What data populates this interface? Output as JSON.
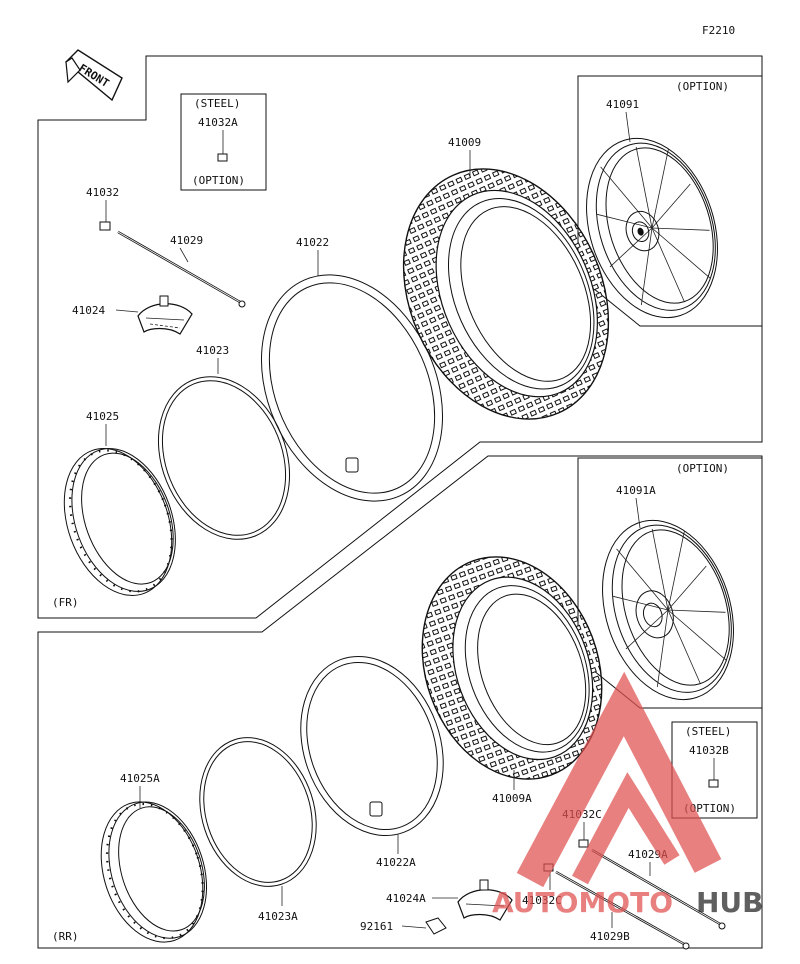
{
  "figure_code": "F2210",
  "front_label": "FRONT",
  "sections": {
    "front": "(FR)",
    "rear": "(RR)"
  },
  "notes": {
    "steel": "(STEEL)",
    "option": "(OPTION)"
  },
  "parts": {
    "p41032": "41032",
    "p41029": "41029",
    "p41024": "41024",
    "p41023": "41023",
    "p41025": "41025",
    "p41022": "41022",
    "p41009": "41009",
    "p41091": "41091",
    "p41032A": "41032A",
    "p41091A": "41091A",
    "p41009A": "41009A",
    "p41022A": "41022A",
    "p41023A": "41023A",
    "p41025A": "41025A",
    "p41024A": "41024A",
    "p92161": "92161",
    "p41032B": "41032B",
    "p41032C_top": "41032C",
    "p41032C_bottom": "41032C",
    "p41029A": "41029A",
    "p41029B": "41029B"
  },
  "watermark": {
    "part1": "AUTOMOTO",
    "part2": "HUB",
    "color1": "#e05050",
    "color2": "#222222"
  },
  "colors": {
    "line": "#111111",
    "watermark_red": "#e05050"
  }
}
